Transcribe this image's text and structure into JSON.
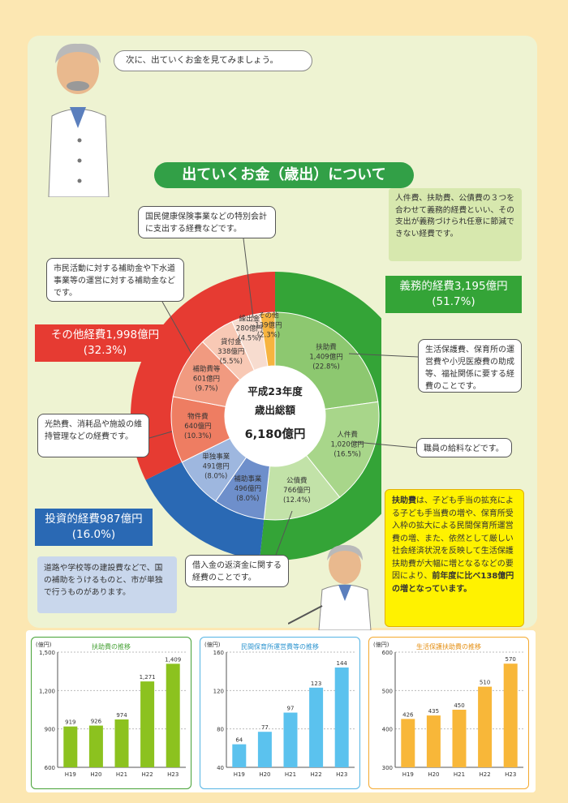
{
  "speech_intro": "次に、出ていくお金を見てみましょう。",
  "section_title": "出ていくお金（歳出）について",
  "center": {
    "line1": "平成23年度",
    "line2": "歳出総額",
    "line3": "6,180億円"
  },
  "groups": {
    "gimu": {
      "label": "義務的経費3,195億円",
      "pct": "(51.7%)",
      "color": "#34A437",
      "note": "人件費、扶助費、公債費の３つを合わせて義務的経費といい、その支出が義務づけられ任意に節減できない経費です。"
    },
    "sonota": {
      "label": "その他経費1,998億円",
      "pct": "(32.3%)",
      "color": "#E63B32"
    },
    "toushi": {
      "label": "投資的経費987億円",
      "pct": "(16.0%)",
      "color": "#2A69B4",
      "note": "道路や学校等の建設費などで、国の補助をうけるものと、市が単独で行うものがあります。"
    }
  },
  "segments": [
    {
      "name": "扶助費",
      "value": "1,409億円",
      "pct": "(22.8%)"
    },
    {
      "name": "人件費",
      "value": "1,020億円",
      "pct": "(16.5%)"
    },
    {
      "name": "公債費",
      "value": "766億円",
      "pct": "(12.4%)"
    },
    {
      "name": "補助事業",
      "value": "496億円",
      "pct": "(8.0%)"
    },
    {
      "name": "単独事業",
      "value": "491億円",
      "pct": "(8.0%)"
    },
    {
      "name": "物件費",
      "value": "640億円",
      "pct": "(10.3%)"
    },
    {
      "name": "補助費等",
      "value": "601億円",
      "pct": "(9.7%)"
    },
    {
      "name": "貸付金",
      "value": "338億円",
      "pct": "(5.5%)"
    },
    {
      "name": "繰出金",
      "value": "280億円",
      "pct": "(4.5%)"
    },
    {
      "name": "その他",
      "value": "139億円",
      "pct": "(2.3%)"
    }
  ],
  "callouts": {
    "kokumin": "国民健康保険事業などの特別会計に支出する経費などです。",
    "shimin": "市民活動に対する補助金や下水道事業等の運営に対する補助金などです。",
    "kounetsu": "光熱費、消耗品や施設の維持管理などの経費です。",
    "fujo": "生活保護費、保育所の運営費や小児医療費の助成等、福祉関係に要する経費のことです。",
    "jinken": "職員の給料などです。",
    "kousai": "借入金の返済金に関する経費のことです。"
  },
  "yellow_note": {
    "bold1": "扶助費",
    "text1": "は、子ども手当の拡充による子ども手当費の増や、保育所受入枠の拡大による民間保育所運営費の増、また、依然として厳しい社会経済状況を反映して生活保護扶助費が大幅に増となるなどの要因により、",
    "bold2": "前年度に比べ138億円の増となっています。"
  },
  "chart_data": [
    {
      "type": "bar",
      "title": "扶助費の推移",
      "unit": "(億円)",
      "categories": [
        "H19",
        "H20",
        "H21",
        "H22",
        "H23"
      ],
      "values": [
        919,
        926,
        974,
        1271,
        1409
      ],
      "value_labels": [
        "919",
        "926",
        "974",
        "1,271",
        "1,409"
      ],
      "ylim": [
        600,
        1500
      ],
      "yticks": [
        "600",
        "900",
        "1,200",
        "1,500"
      ],
      "ytick_values": [
        600,
        900,
        1200,
        1500
      ],
      "color": "#8CC21F"
    },
    {
      "type": "bar",
      "title": "民間保育所運営費等の推移",
      "unit": "(億円)",
      "categories": [
        "H19",
        "H20",
        "H21",
        "H22",
        "H23"
      ],
      "values": [
        64,
        77,
        97,
        123,
        144
      ],
      "value_labels": [
        "64",
        "77",
        "97",
        "123",
        "144"
      ],
      "ylim": [
        40,
        160
      ],
      "yticks": [
        "40",
        "80",
        "120",
        "160"
      ],
      "ytick_values": [
        40,
        80,
        120,
        160
      ],
      "color": "#5BC2EE"
    },
    {
      "type": "bar",
      "title": "生活保護扶助費の推移",
      "unit": "(億円)",
      "categories": [
        "H19",
        "H20",
        "H21",
        "H22",
        "H23"
      ],
      "values": [
        426,
        435,
        450,
        510,
        570
      ],
      "value_labels": [
        "426",
        "435",
        "450",
        "510",
        "570"
      ],
      "ylim": [
        300,
        600
      ],
      "yticks": [
        "300",
        "400",
        "500",
        "600"
      ],
      "ytick_values": [
        300,
        400,
        500,
        600
      ],
      "color": "#F8B739"
    }
  ]
}
